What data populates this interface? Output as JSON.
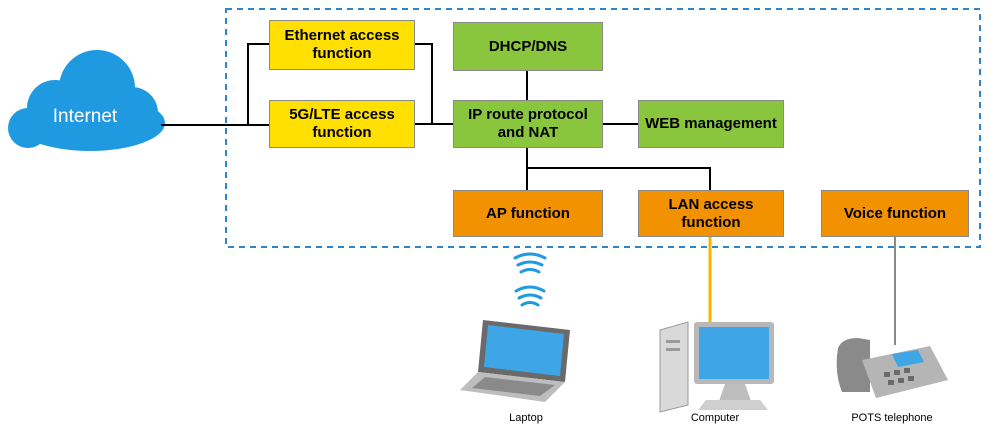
{
  "diagram": {
    "internet": "Internet",
    "boxes": {
      "ethernet": "Ethernet access function",
      "lte": "5G/LTE access function",
      "dhcp": "DHCP/DNS",
      "iproute": "IP route protocol and NAT",
      "web": "WEB management",
      "ap": "AP function",
      "lan": "LAN access function",
      "voice": "Voice function"
    },
    "devices": {
      "laptop": "Laptop",
      "computer": "Computer",
      "phone": "POTS telephone"
    }
  },
  "colors": {
    "yellow_box": "#ffe000",
    "green_box": "#8ac53e",
    "orange_box": "#f39200",
    "cloud_blue": "#1f9ae0",
    "dashed_border": "#2e86c8",
    "lan_cable": "#f7b500"
  }
}
